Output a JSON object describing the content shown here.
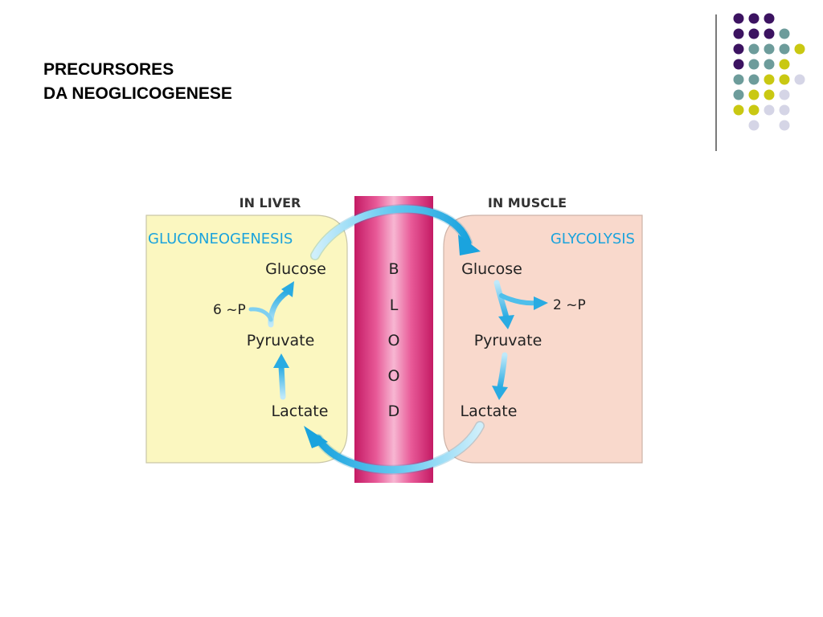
{
  "slide": {
    "title_line1": "PRECURSORES",
    "title_line2": "DA NEOGLICOGENESE"
  },
  "diagram": {
    "left_header": "IN LIVER",
    "right_header": "IN MUSCLE",
    "left_process": "GLUCONEOGENESIS",
    "right_process": "GLYCOLYSIS",
    "liver_glucose": "Glucose",
    "liver_atp": "6 ~P",
    "liver_pyruvate": "Pyruvate",
    "liver_lactate": "Lactate",
    "muscle_glucose": "Glucose",
    "muscle_atp": "2 ~P",
    "muscle_pyruvate": "Pyruvate",
    "muscle_lactate": "Lactate",
    "blood_letters": [
      "B",
      "L",
      "O",
      "O",
      "D"
    ]
  },
  "colors": {
    "liver_panel": "#fbf7c0",
    "muscle_panel": "#f9d9cc",
    "blood_vessel": "#e0458a",
    "arrow_blue": "#29abe2",
    "process_blue": "#1ba3dc",
    "dot_purple": "#3c1361",
    "dot_teal": "#6d9c9b",
    "dot_yellow": "#c9c812",
    "dot_lavender": "#d5d5e6"
  }
}
